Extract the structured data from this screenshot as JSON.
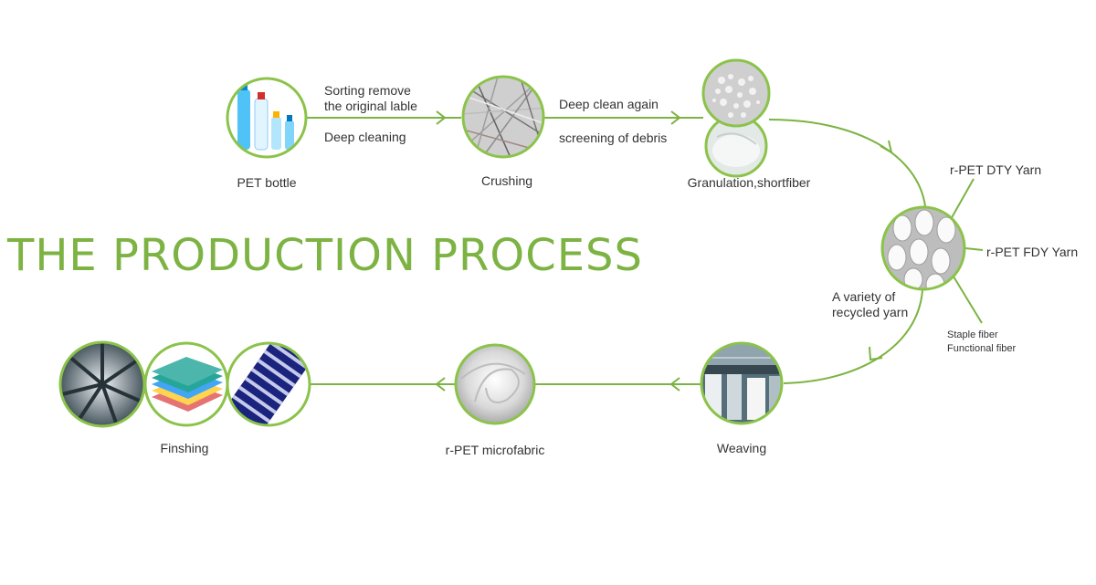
{
  "title": "THE PRODUCTION PROCESS",
  "colors": {
    "accent": "#7cb342",
    "circle_border": "#8bc34a",
    "text": "#333333"
  },
  "nodes": {
    "pet_bottle": "PET bottle",
    "crushing": "Crushing",
    "granulation": "Granulation,shortfiber",
    "yarn": "A variety of recycled yarn",
    "weaving": "Weaving",
    "microfabric": "r-PET microfabric",
    "finishing": "Finshing"
  },
  "steps": {
    "bottle_to_crushing": [
      "Sorting remove",
      "the original lable",
      "Deep cleaning"
    ],
    "crushing_to_granulation": [
      "Deep clean again",
      "screening of debris"
    ]
  },
  "yarn_label_lines": [
    "A variety of",
    "recycled yarn"
  ],
  "yarn_types": [
    "r-PET DTY Yarn",
    "r-PET FDY Yarn",
    "Staple fiber",
    "Functional fiber"
  ]
}
